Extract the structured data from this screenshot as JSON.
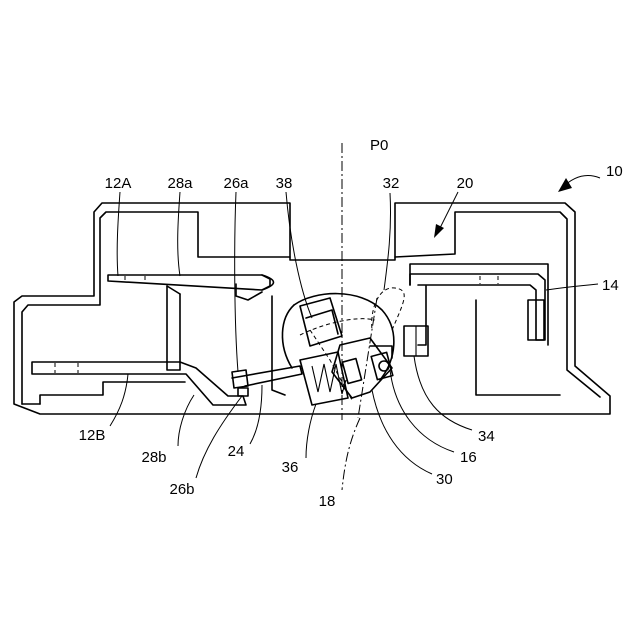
{
  "labels": {
    "ref_10": "10",
    "ref_12A": "12A",
    "ref_12B": "12B",
    "ref_14": "14",
    "ref_16": "16",
    "ref_18": "18",
    "ref_20": "20",
    "ref_24": "24",
    "ref_26a": "26a",
    "ref_26b": "26b",
    "ref_28a": "28a",
    "ref_28b": "28b",
    "ref_30": "30",
    "ref_32": "32",
    "ref_34": "34",
    "ref_36": "36",
    "ref_38": "38",
    "ref_P0": "P0"
  },
  "colors": {
    "line": "#000000",
    "background": "#ffffff"
  }
}
